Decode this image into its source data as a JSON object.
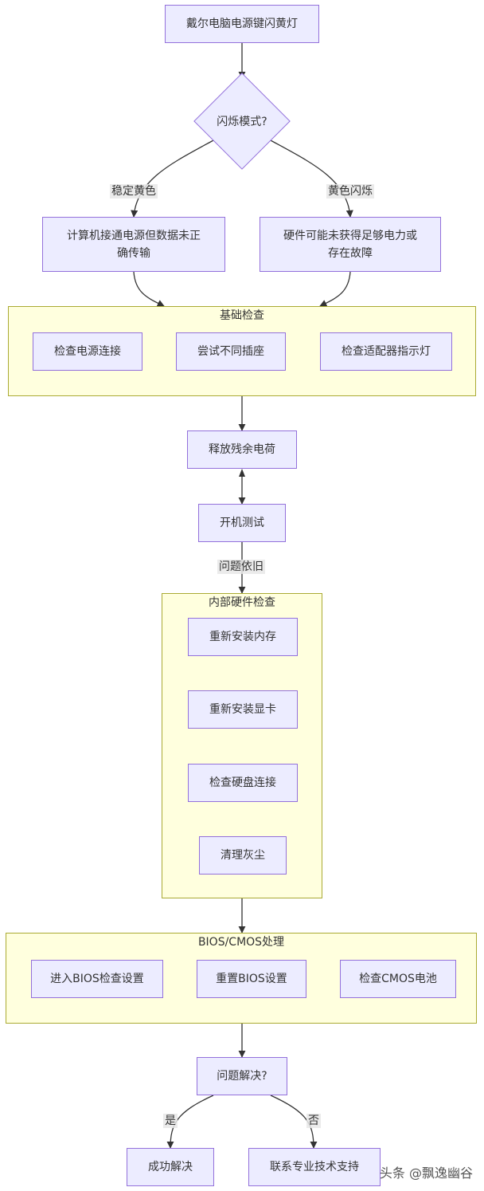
{
  "nodes": {
    "start": "戴尔电脑电源键闪黄灯",
    "decision_mode": "闪烁模式?",
    "steady_result": "计算机接通电源但数据未正确传输",
    "blink_result": "硬件可能未获得足够电力或存在故障",
    "discharge": "释放残余电荷",
    "power_test": "开机测试",
    "decision_solved": "问题解决?",
    "success": "成功解决",
    "contact_support": "联系专业技术支持"
  },
  "edge_labels": {
    "steady": "稳定黄色",
    "blink": "黄色闪烁",
    "persists": "问题依旧",
    "yes": "是",
    "no": "否"
  },
  "groups": {
    "basic": {
      "title": "基础检查",
      "items": [
        "检查电源连接",
        "尝试不同插座",
        "检查适配器指示灯"
      ]
    },
    "internal": {
      "title": "内部硬件检查",
      "items": [
        "重新安装内存",
        "重新安装显卡",
        "检查硬盘连接",
        "清理灰尘"
      ]
    },
    "bios": {
      "title": "BIOS/CMOS处理",
      "items": [
        "进入BIOS检查设置",
        "重置BIOS设置",
        "检查CMOS电池"
      ]
    }
  },
  "watermark": "头条 @飘逸幽谷",
  "colors": {
    "node_fill": "#ECECFF",
    "node_stroke": "#9370DB",
    "group_fill": "#FFFFDE",
    "group_stroke": "#AAAA33",
    "edge": "#333333"
  }
}
